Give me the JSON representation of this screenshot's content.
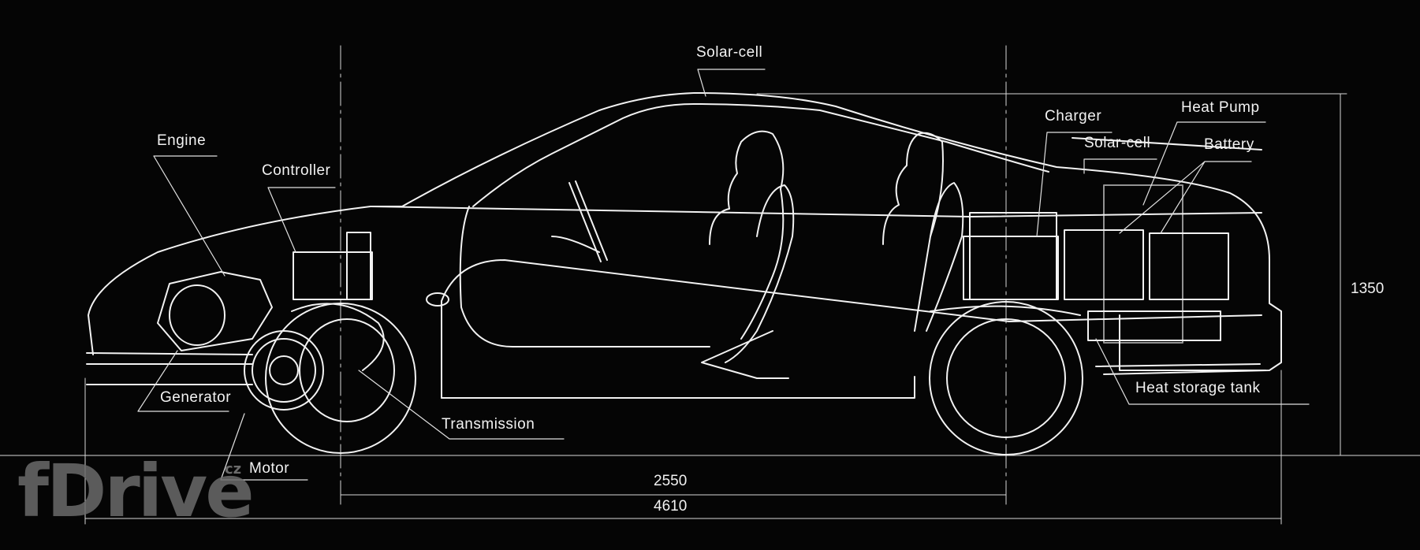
{
  "diagram": {
    "type": "vehicle-cutaway-blueprint",
    "background_color": "#050505",
    "line_color": "#f2f2f2",
    "labels": [
      {
        "id": "engine",
        "text": "Engine"
      },
      {
        "id": "controller",
        "text": "Controller"
      },
      {
        "id": "generator",
        "text": "Generator"
      },
      {
        "id": "motor",
        "text": "Motor"
      },
      {
        "id": "transmission",
        "text": "Transmission"
      },
      {
        "id": "solar_cell_roof",
        "text": "Solar-cell"
      },
      {
        "id": "charger",
        "text": "Charger"
      },
      {
        "id": "solar_cell_rear",
        "text": "Solar-cell"
      },
      {
        "id": "heat_pump",
        "text": "Heat Pump"
      },
      {
        "id": "battery",
        "text": "Battery"
      },
      {
        "id": "heat_storage_tank",
        "text": "Heat storage tank"
      }
    ],
    "dimensions": {
      "wheelbase": "2550",
      "overall_length": "4610",
      "height": "1350"
    }
  },
  "watermark": {
    "text": "fDrive",
    "superscript": "cz"
  }
}
